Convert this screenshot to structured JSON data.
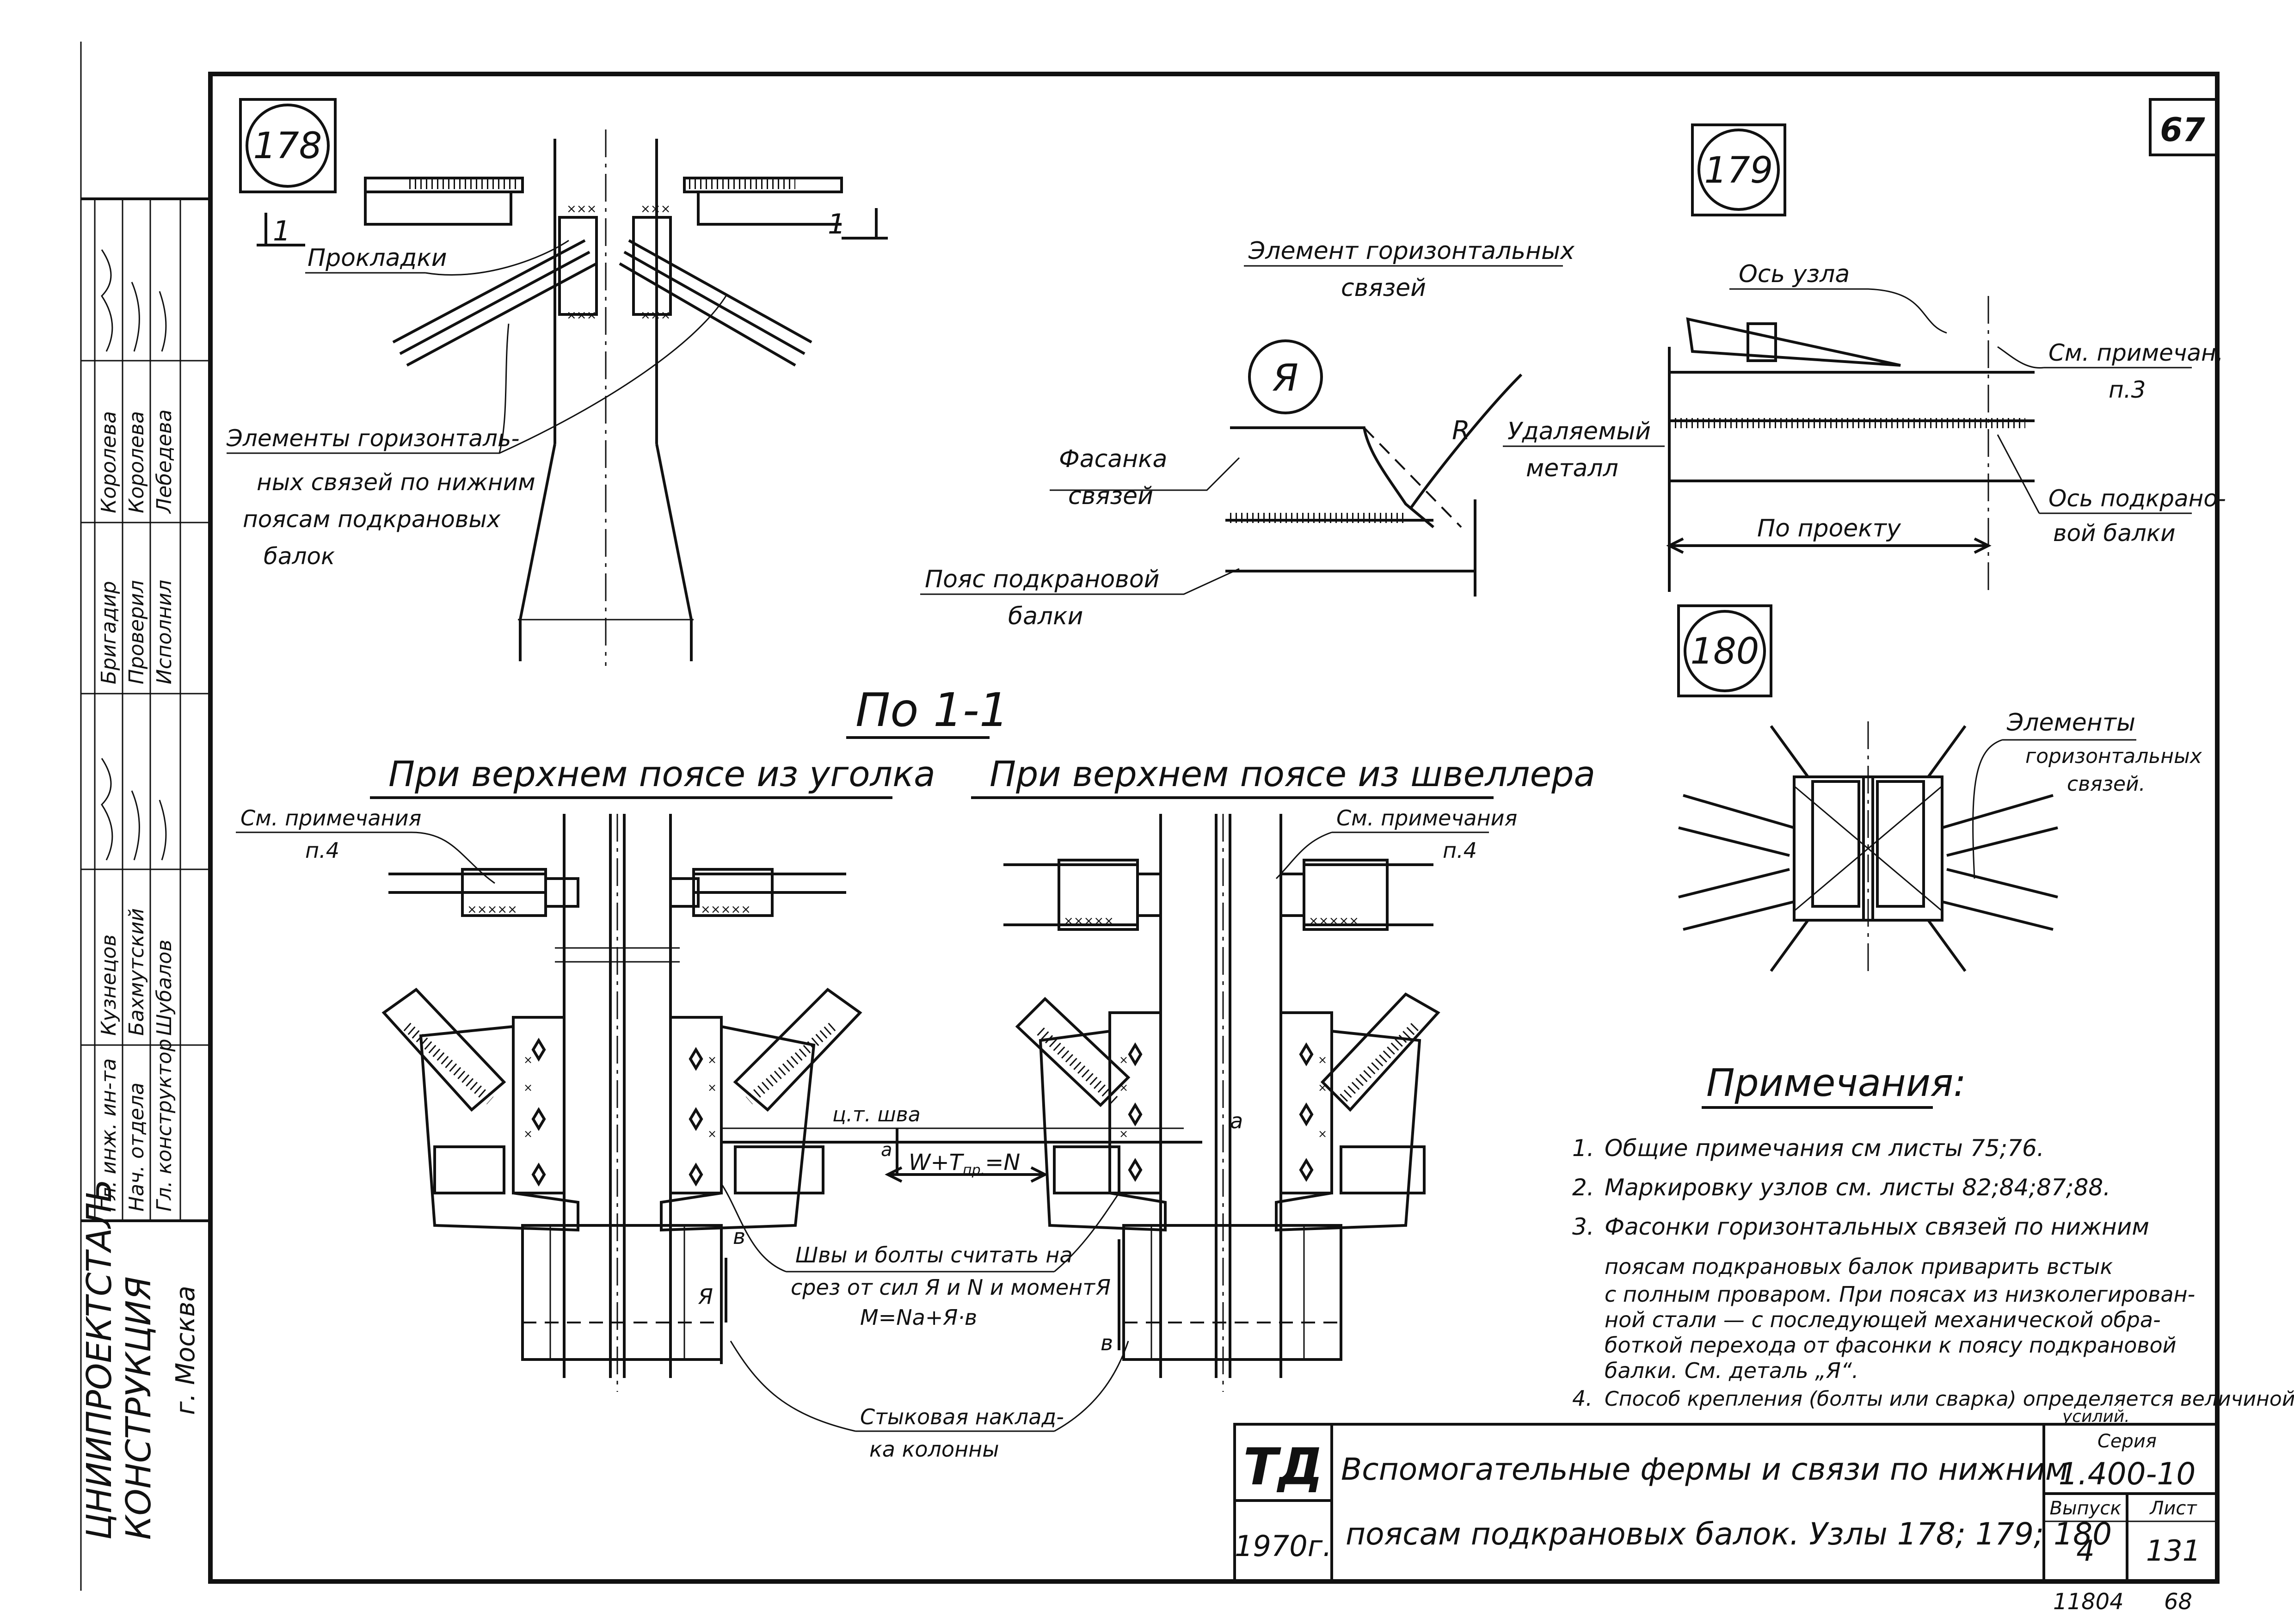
{
  "sheet": {
    "page_number": "67",
    "sheet_code": "11804",
    "sheet_code_suffix": "68"
  },
  "nodes": {
    "n178": "178",
    "n179": "179",
    "n180": "180",
    "detail_a": "Я"
  },
  "node178": {
    "section_mark": "1",
    "pads": "Прокладки",
    "elements": [
      "Элементы горизонталь-",
      "ных связей по нижним",
      "поясам подкрановых",
      "балок"
    ]
  },
  "detail": {
    "element_title": [
      "Элемент горизонтальных",
      "связей"
    ],
    "gusset": [
      "Фасанка",
      "связей"
    ],
    "belt": [
      "Пояс подкрановой",
      "балки"
    ],
    "removed": [
      "Удаляемый",
      "металл"
    ],
    "r_label": "R"
  },
  "node179": {
    "axis_node": "Ось узла",
    "see_note": [
      "См. примечан.",
      "п.3"
    ],
    "by_project": "По проекту",
    "axis_beam": [
      "Ось подкрано-",
      "вой балки"
    ]
  },
  "node180": {
    "elements": [
      "Элементы",
      "горизонтальных",
      "связей."
    ]
  },
  "section": {
    "title": "По 1-1",
    "angle_title": "При верхнем поясе из уголка",
    "channel_title": "При верхнем поясе из швеллера",
    "see_notes_left": [
      "См. примечания",
      "п.4"
    ],
    "see_notes_right": [
      "См. примечания",
      "п.4"
    ],
    "weld_center": "ц.т. шва",
    "formula": "W+T",
    "formula_sub": "пр.",
    "formula_end": "=N",
    "a_label": "а",
    "b_label": "в",
    "ya_label": "Я",
    "welds_note": [
      "Швы и болты считать на",
      "срез от сил Я и N и момент",
      "M=Na+Я·в"
    ],
    "splice": [
      "Стыковая наклад-",
      "ка колонны"
    ]
  },
  "notes": {
    "title": "Примечания:",
    "items": [
      {
        "n": "1.",
        "lines": [
          "Общие примечания  см листы 75;76."
        ]
      },
      {
        "n": "2.",
        "lines": [
          "Маркировку узлов см. листы 82;84;87;88."
        ]
      },
      {
        "n": "3.",
        "lines": [
          "Фасонки горизонтальных связей по нижним",
          "поясам подкрановых балок приварить встык",
          "с полным проваром. При поясах из низколегирован-",
          "ной стали — с последующей механической обра-",
          "боткой перехода от фасонки к поясу подкрановой",
          "балки. См. деталь „Я“."
        ]
      },
      {
        "n": "4.",
        "lines": [
          "Способ крепления (болты или сварка) определяется величиной",
          "усилий."
        ]
      }
    ]
  },
  "titleblock": {
    "org": [
      "ЦНИИПРОЕКТСТАЛЬ",
      "КОНСТРУКЦИЯ",
      "г. Москва"
    ],
    "roles": [
      "Гл. инж. ин-та",
      "Нач. отдела",
      "Гл. конструктор",
      "Бригадир",
      "Проверил",
      "Исполнил"
    ],
    "names": [
      "Кузнецов",
      "Бахмутский",
      "Шубалов",
      "Королева",
      "Королева",
      "Лебедева"
    ],
    "td": "ТД",
    "year": "1970г.",
    "title": [
      "Вспомогательные фермы и связи по нижним",
      "поясам подкрановых балок. Узлы 178; 179; 180"
    ],
    "series_label": "Серия",
    "series": "1.400-10",
    "issue_label": "Выпуск",
    "issue": "4",
    "sheet_label": "Лист",
    "sheet": "131"
  }
}
